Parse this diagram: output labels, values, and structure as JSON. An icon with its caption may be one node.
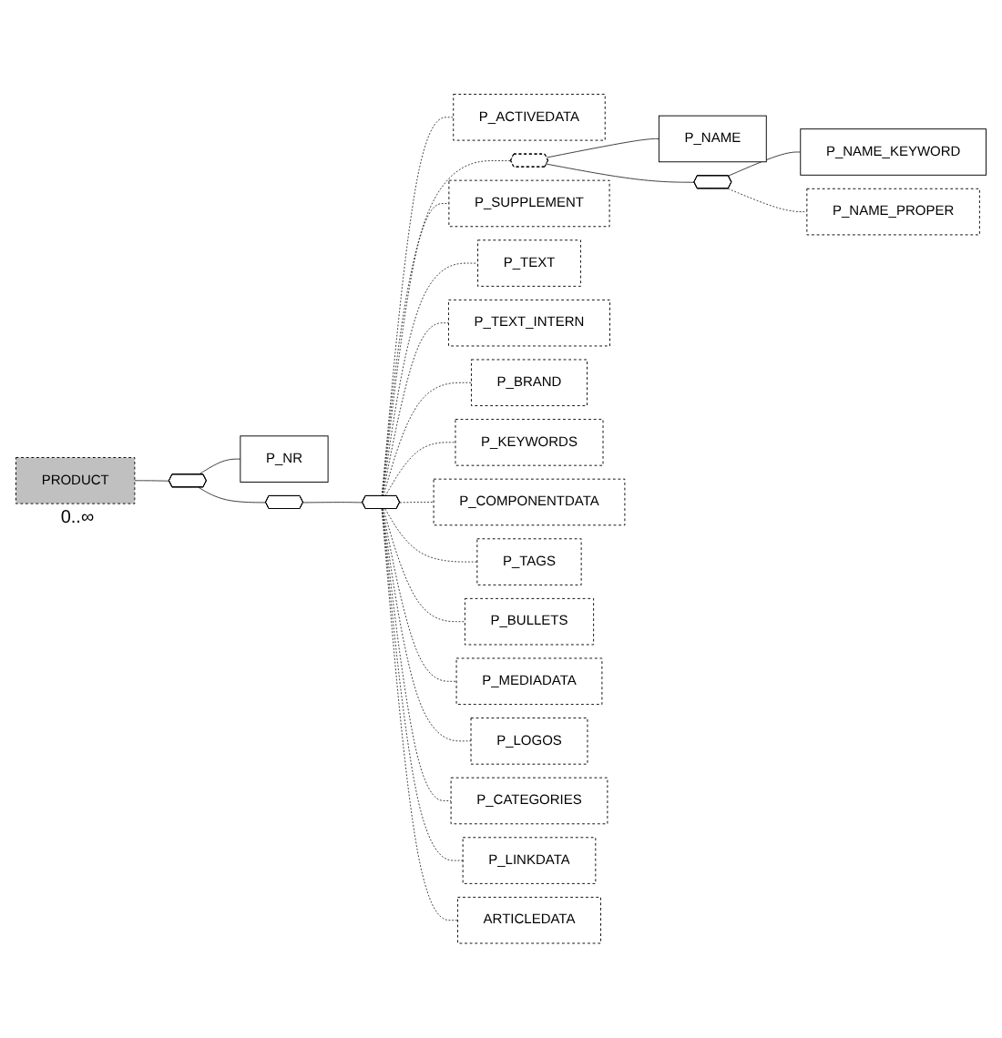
{
  "diagram": {
    "nodes": [
      {
        "text": [
          "PRODUCT"
        ],
        "beside": [
          "0..∞"
        ]
      },
      {
        "text": [],
        "shape": "hexagon"
      },
      {
        "text": [
          "P_NR"
        ]
      },
      {
        "text": [],
        "shape": "hexagon"
      },
      {
        "text": [],
        "shape": "hexagon"
      },
      {
        "text": [
          "P_ACTIVEDATA"
        ]
      },
      {
        "text": [],
        "shape": "hexagon"
      },
      {
        "text": [
          "P_NAME"
        ]
      },
      {
        "text": [],
        "shape": "hexagon"
      },
      {
        "text": [
          "P_NAME_KEYWORD"
        ]
      },
      {
        "text": [
          "P_NAME_PROPER"
        ]
      },
      {
        "text": [
          "P_SUPPLEMENT"
        ]
      },
      {
        "text": [
          "P_TEXT"
        ]
      },
      {
        "text": [
          "P_TEXT_INTERN"
        ]
      },
      {
        "text": [
          "P_BRAND"
        ]
      },
      {
        "text": [
          "P_KEYWORDS"
        ]
      },
      {
        "text": [
          "P_COMPONENTDATA"
        ]
      },
      {
        "text": [
          "P_TAGS"
        ]
      },
      {
        "text": [
          "P_BULLETS"
        ]
      },
      {
        "text": [
          "P_MEDIADATA"
        ]
      },
      {
        "text": [
          "P_LOGOS"
        ]
      },
      {
        "text": [
          "P_CATEGORIES"
        ]
      },
      {
        "text": [
          "P_LINKDATA"
        ]
      },
      {
        "text": [
          "ARTICLEDATA"
        ]
      }
    ],
    "edges": [
      {
        "from": 0,
        "to": 1,
        "arrow": "none"
      },
      {
        "from": 1,
        "to": 2,
        "arrow": "none"
      },
      {
        "from": 1,
        "to": 3,
        "arrow": "none"
      },
      {
        "from": 3,
        "to": 4,
        "arrow": "none"
      },
      {
        "from": 4,
        "to": 5,
        "arrow": "none",
        "style": "dashed"
      },
      {
        "from": 4,
        "to": 6,
        "arrow": "none",
        "style": "dashed"
      },
      {
        "from": 6,
        "to": 7,
        "arrow": "none"
      },
      {
        "from": 6,
        "to": 8,
        "arrow": "none"
      },
      {
        "from": 8,
        "to": 9,
        "arrow": "none"
      },
      {
        "from": 8,
        "to": 10,
        "arrow": "none",
        "style": "dashed"
      },
      {
        "from": 4,
        "to": 11,
        "arrow": "none",
        "style": "dashed"
      },
      {
        "from": 4,
        "to": 12,
        "arrow": "none",
        "style": "dashed"
      },
      {
        "from": 4,
        "to": 13,
        "arrow": "none",
        "style": "dashed"
      },
      {
        "from": 4,
        "to": 14,
        "arrow": "none",
        "style": "dashed"
      },
      {
        "from": 4,
        "to": 15,
        "arrow": "none",
        "style": "dashed"
      },
      {
        "from": 4,
        "to": 16,
        "arrow": "none",
        "style": "dashed"
      },
      {
        "from": 4,
        "to": 17,
        "arrow": "none",
        "style": "dashed"
      },
      {
        "from": 4,
        "to": 18,
        "arrow": "none",
        "style": "dashed"
      },
      {
        "from": 4,
        "to": 19,
        "arrow": "none",
        "style": "dashed"
      },
      {
        "from": 4,
        "to": 20,
        "arrow": "none",
        "style": "dashed"
      },
      {
        "from": 4,
        "to": 21,
        "arrow": "none",
        "style": "dashed"
      },
      {
        "from": 4,
        "to": 22,
        "arrow": "none",
        "style": "dashed"
      },
      {
        "from": 4,
        "to": 23,
        "arrow": "none",
        "style": "dashed"
      }
    ]
  }
}
